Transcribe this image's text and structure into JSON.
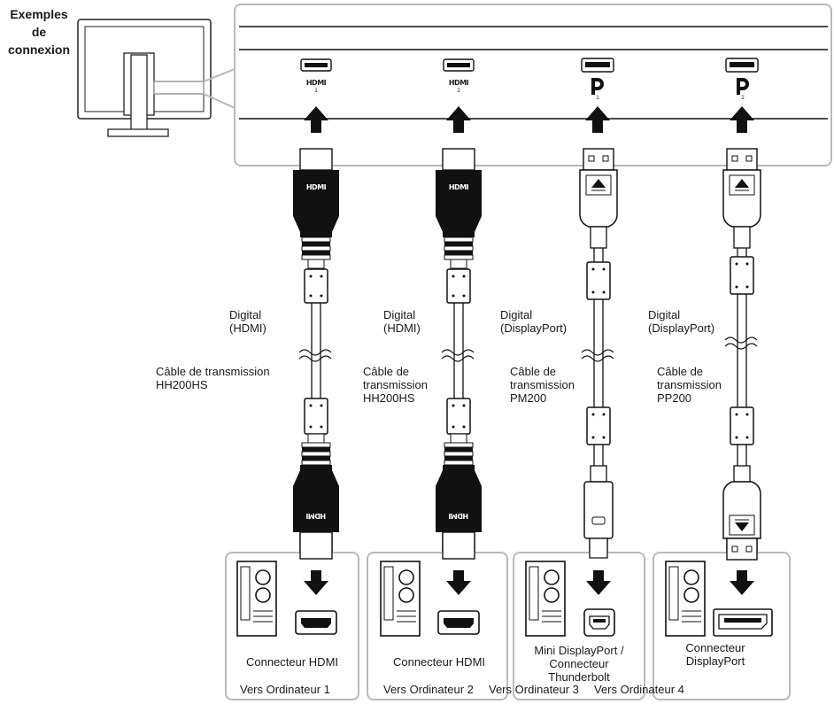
{
  "title": "Exemples\nde\nconnexion",
  "monitor_ports": [
    {
      "brand": "HDMI",
      "num": "1"
    },
    {
      "brand": "HDMI",
      "num": "2"
    },
    {
      "brand": "DP",
      "num": "1"
    },
    {
      "brand": "DP",
      "num": "2"
    }
  ],
  "cable_labels": [
    {
      "signal": "Digital\n(HDMI)",
      "cable": "Câble de transmission\nHH200HS"
    },
    {
      "signal": "Digital\n(HDMI)",
      "cable": "Câble de\ntransmission\nHH200HS"
    },
    {
      "signal": "Digital\n(DisplayPort)",
      "cable": "Câble de\ntransmission\nPM200"
    },
    {
      "signal": "Digital\n(DisplayPort)",
      "cable": "Câble de\ntransmission\nPP200"
    }
  ],
  "pc_connectors": [
    {
      "label": "Connecteur HDMI"
    },
    {
      "label": "Connecteur HDMI"
    },
    {
      "label": "Mini DisplayPort /\nConnecteur\nThunderbolt"
    },
    {
      "label": "Connecteur\nDisplayPort"
    }
  ],
  "pc_targets": [
    {
      "label": "Vers Ordinateur 1"
    },
    {
      "label": "Vers Ordinateur 2"
    },
    {
      "label": "Vers Ordinateur 3"
    },
    {
      "label": "Vers Ordinateur 4"
    }
  ],
  "colors": {
    "line": "#111111",
    "frame": "#b9b9b9"
  }
}
